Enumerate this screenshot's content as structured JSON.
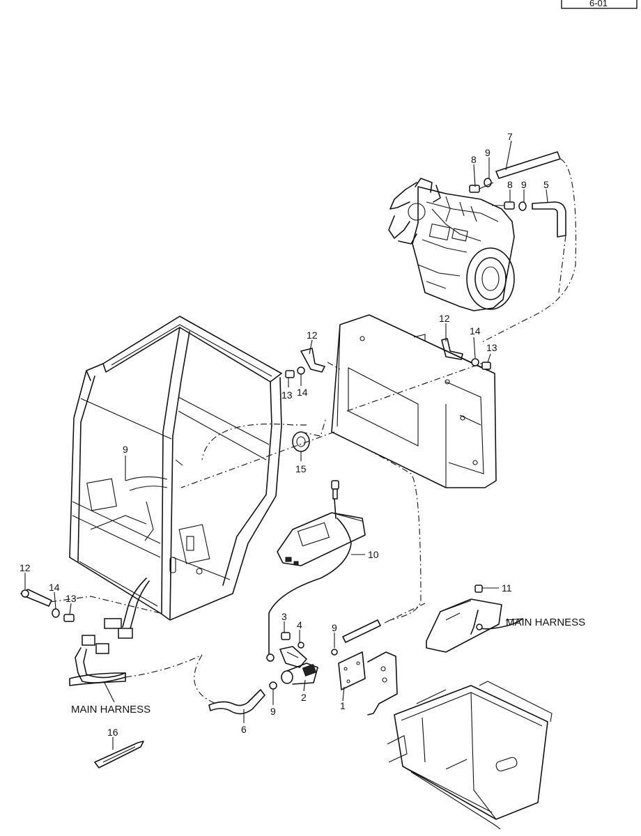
{
  "sheet_id": "6-01",
  "callouts": {
    "c7": "7",
    "c8a": "8",
    "c9a": "9",
    "c8b": "8",
    "c9b": "9",
    "c5": "5",
    "c12a": "12",
    "c13a": "13",
    "c14a": "14",
    "c15": "15",
    "c12b": "12",
    "c14b": "14",
    "c13b": "13",
    "c9c": "9",
    "c10": "10",
    "c11": "11",
    "c12c": "12",
    "c14c": "14",
    "c13c": "13",
    "c3": "3",
    "c4": "4",
    "c9d": "9",
    "c2": "2",
    "c1": "1",
    "c9e": "9",
    "c6": "6",
    "c16": "16"
  },
  "labels": {
    "main_harness_left": "MAIN HARNESS",
    "main_harness_right": "MAIN HARNESS"
  }
}
